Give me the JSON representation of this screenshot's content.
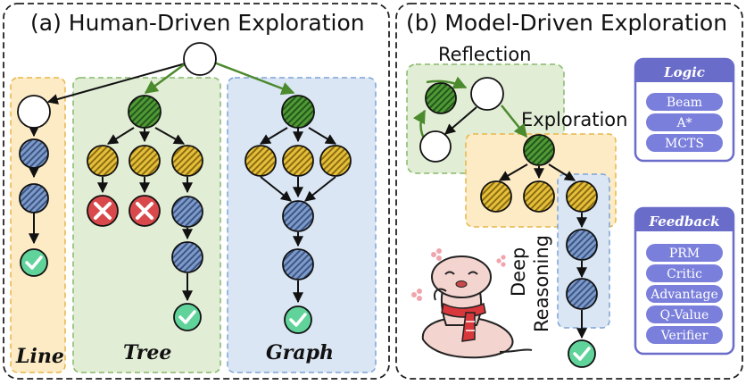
{
  "panels": {
    "a_title": "(a) Human-Driven Exploration",
    "b_title": "(b) Model-Driven Exploration"
  },
  "regions": {
    "line": "Line",
    "tree": "Tree",
    "graph": "Graph"
  },
  "labels": {
    "reflection": "Reflection",
    "exploration": "Exploration",
    "deep": "Deep",
    "reasoning": "Reasoning"
  },
  "logic": {
    "title": "Logic",
    "items": [
      "Beam",
      "A*",
      "MCTS"
    ]
  },
  "feedback": {
    "title": "Feedback",
    "items": [
      "PRM",
      "Critic",
      "Advantage",
      "Q-Value",
      "Verifier"
    ]
  },
  "colors": {
    "green_node": "#3f8a2c",
    "yellow_node": "#e6bf3a",
    "blue_node": "#6e8fc2",
    "red_node": "#d9494b",
    "done_node": "#5fd39a",
    "line_bg": "#fcebc5",
    "tree_bg": "#e2edd6",
    "graph_bg": "#dae6f4",
    "box_purple": "#6a6cc9",
    "pill_purple": "#7a7fdc"
  },
  "icons": [
    "check-icon",
    "cross-icon",
    "snake-mascot"
  ]
}
